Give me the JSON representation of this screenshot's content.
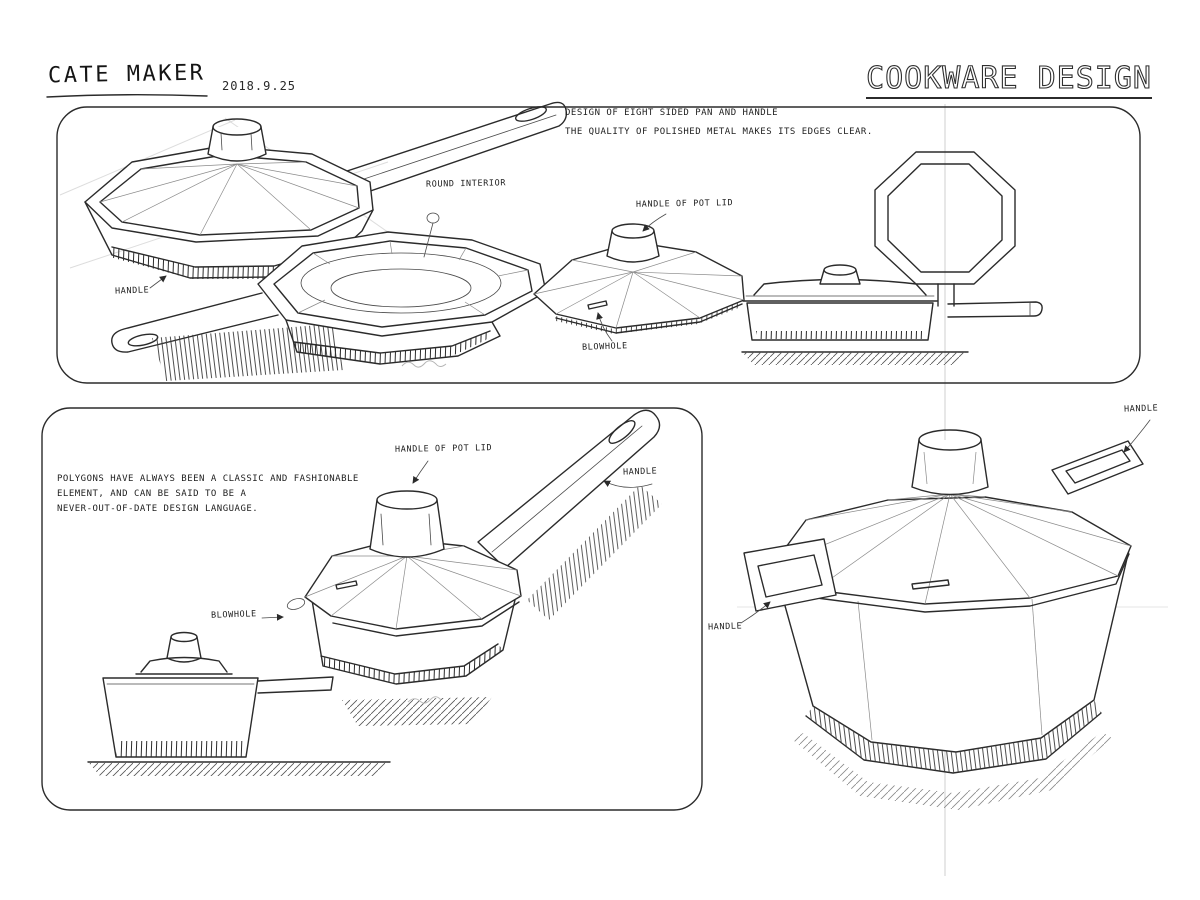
{
  "header": {
    "brand": "CATE MAKER",
    "date": "2018.9.25",
    "title": "COOKWARE DESIGN"
  },
  "top_panel": {
    "note1": "DESIGN OF EIGHT SIDED PAN AND HANDLE",
    "note2": "THE QUALITY OF POLISHED METAL MAKES ITS EDGES CLEAR.",
    "handle": "HANDLE",
    "round_interior": "ROUND INTERIOR",
    "handle_of_pot_lid": "HANDLE OF POT LID",
    "blowhole": "BLOWHOLE"
  },
  "bottom_panel": {
    "note1": "POLYGONS HAVE ALWAYS BEEN A CLASSIC AND FASHIONABLE",
    "note2": "ELEMENT, AND CAN BE SAID TO BE A",
    "note3": "NEVER-OUT-OF-DATE DESIGN LANGUAGE.",
    "handle_of_pot_lid": "HANDLE OF POT LID",
    "handle": "HANDLE",
    "blowhole": "BLOWHOLE"
  },
  "pot": {
    "handle_back": "HANDLE",
    "handle_side": "HANDLE"
  },
  "colors": {
    "ink": "#2b2b2b",
    "construction": "#c9c9c9",
    "paper": "#ffffff"
  }
}
